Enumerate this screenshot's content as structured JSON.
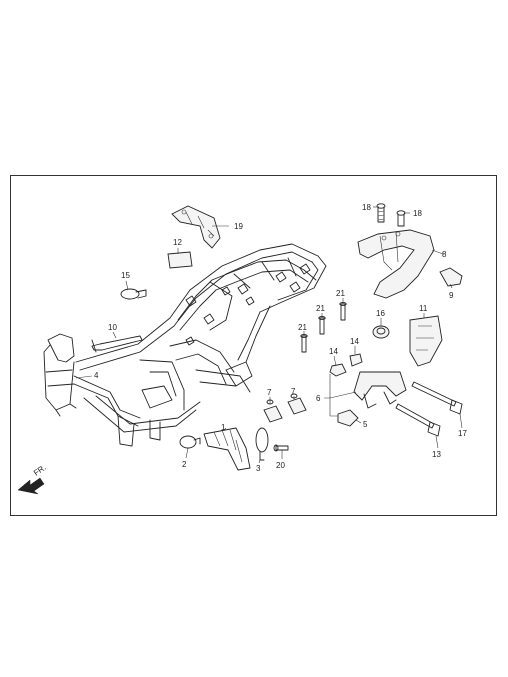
{
  "direction_label": "FR.",
  "callouts": {
    "c1": "18",
    "c2": "18",
    "c3": "19",
    "c4": "8",
    "c5": "12",
    "c6": "9",
    "c7": "15",
    "c8": "21",
    "c9": "21",
    "c10": "21",
    "c11": "16",
    "c12": "11",
    "c13": "10",
    "c14": "14",
    "c15": "14",
    "c16": "4",
    "c17": "6",
    "c18": "7",
    "c19": "7",
    "c20": "17",
    "c21": "5",
    "c22": "1",
    "c23": "2",
    "c24": "3",
    "c25": "20",
    "c26": "13"
  }
}
